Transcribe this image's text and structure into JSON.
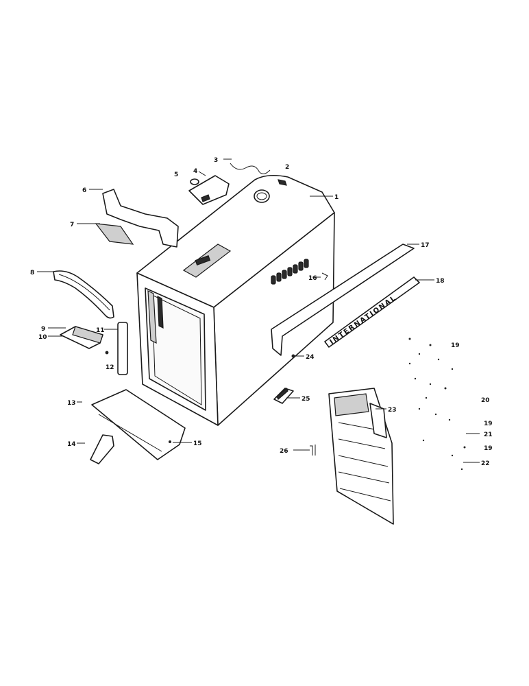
{
  "callouts": [
    {
      "id": "c1",
      "text": "1"
    },
    {
      "id": "c2",
      "text": "2"
    },
    {
      "id": "c3",
      "text": "3"
    },
    {
      "id": "c4",
      "text": "4"
    },
    {
      "id": "c5",
      "text": "5"
    },
    {
      "id": "c6",
      "text": "6"
    },
    {
      "id": "c7",
      "text": "7"
    },
    {
      "id": "c8",
      "text": "8"
    },
    {
      "id": "c9",
      "text": "9"
    },
    {
      "id": "c10",
      "text": "10"
    },
    {
      "id": "c11",
      "text": "11"
    },
    {
      "id": "c12",
      "text": "12"
    },
    {
      "id": "c13",
      "text": "13"
    },
    {
      "id": "c14",
      "text": "14"
    },
    {
      "id": "c15",
      "text": "15"
    },
    {
      "id": "c16",
      "text": "16"
    },
    {
      "id": "c17",
      "text": "17"
    },
    {
      "id": "c18",
      "text": "18"
    },
    {
      "id": "c19a",
      "text": "19"
    },
    {
      "id": "c19b",
      "text": "19"
    },
    {
      "id": "c19c",
      "text": "19"
    },
    {
      "id": "c20",
      "text": "20"
    },
    {
      "id": "c21",
      "text": "21"
    },
    {
      "id": "c22",
      "text": "22"
    },
    {
      "id": "c23",
      "text": "23"
    },
    {
      "id": "c24",
      "text": "24"
    },
    {
      "id": "c25",
      "text": "25"
    },
    {
      "id": "c26",
      "text": "26"
    }
  ],
  "emblem_text": "INTERNATIONAL"
}
